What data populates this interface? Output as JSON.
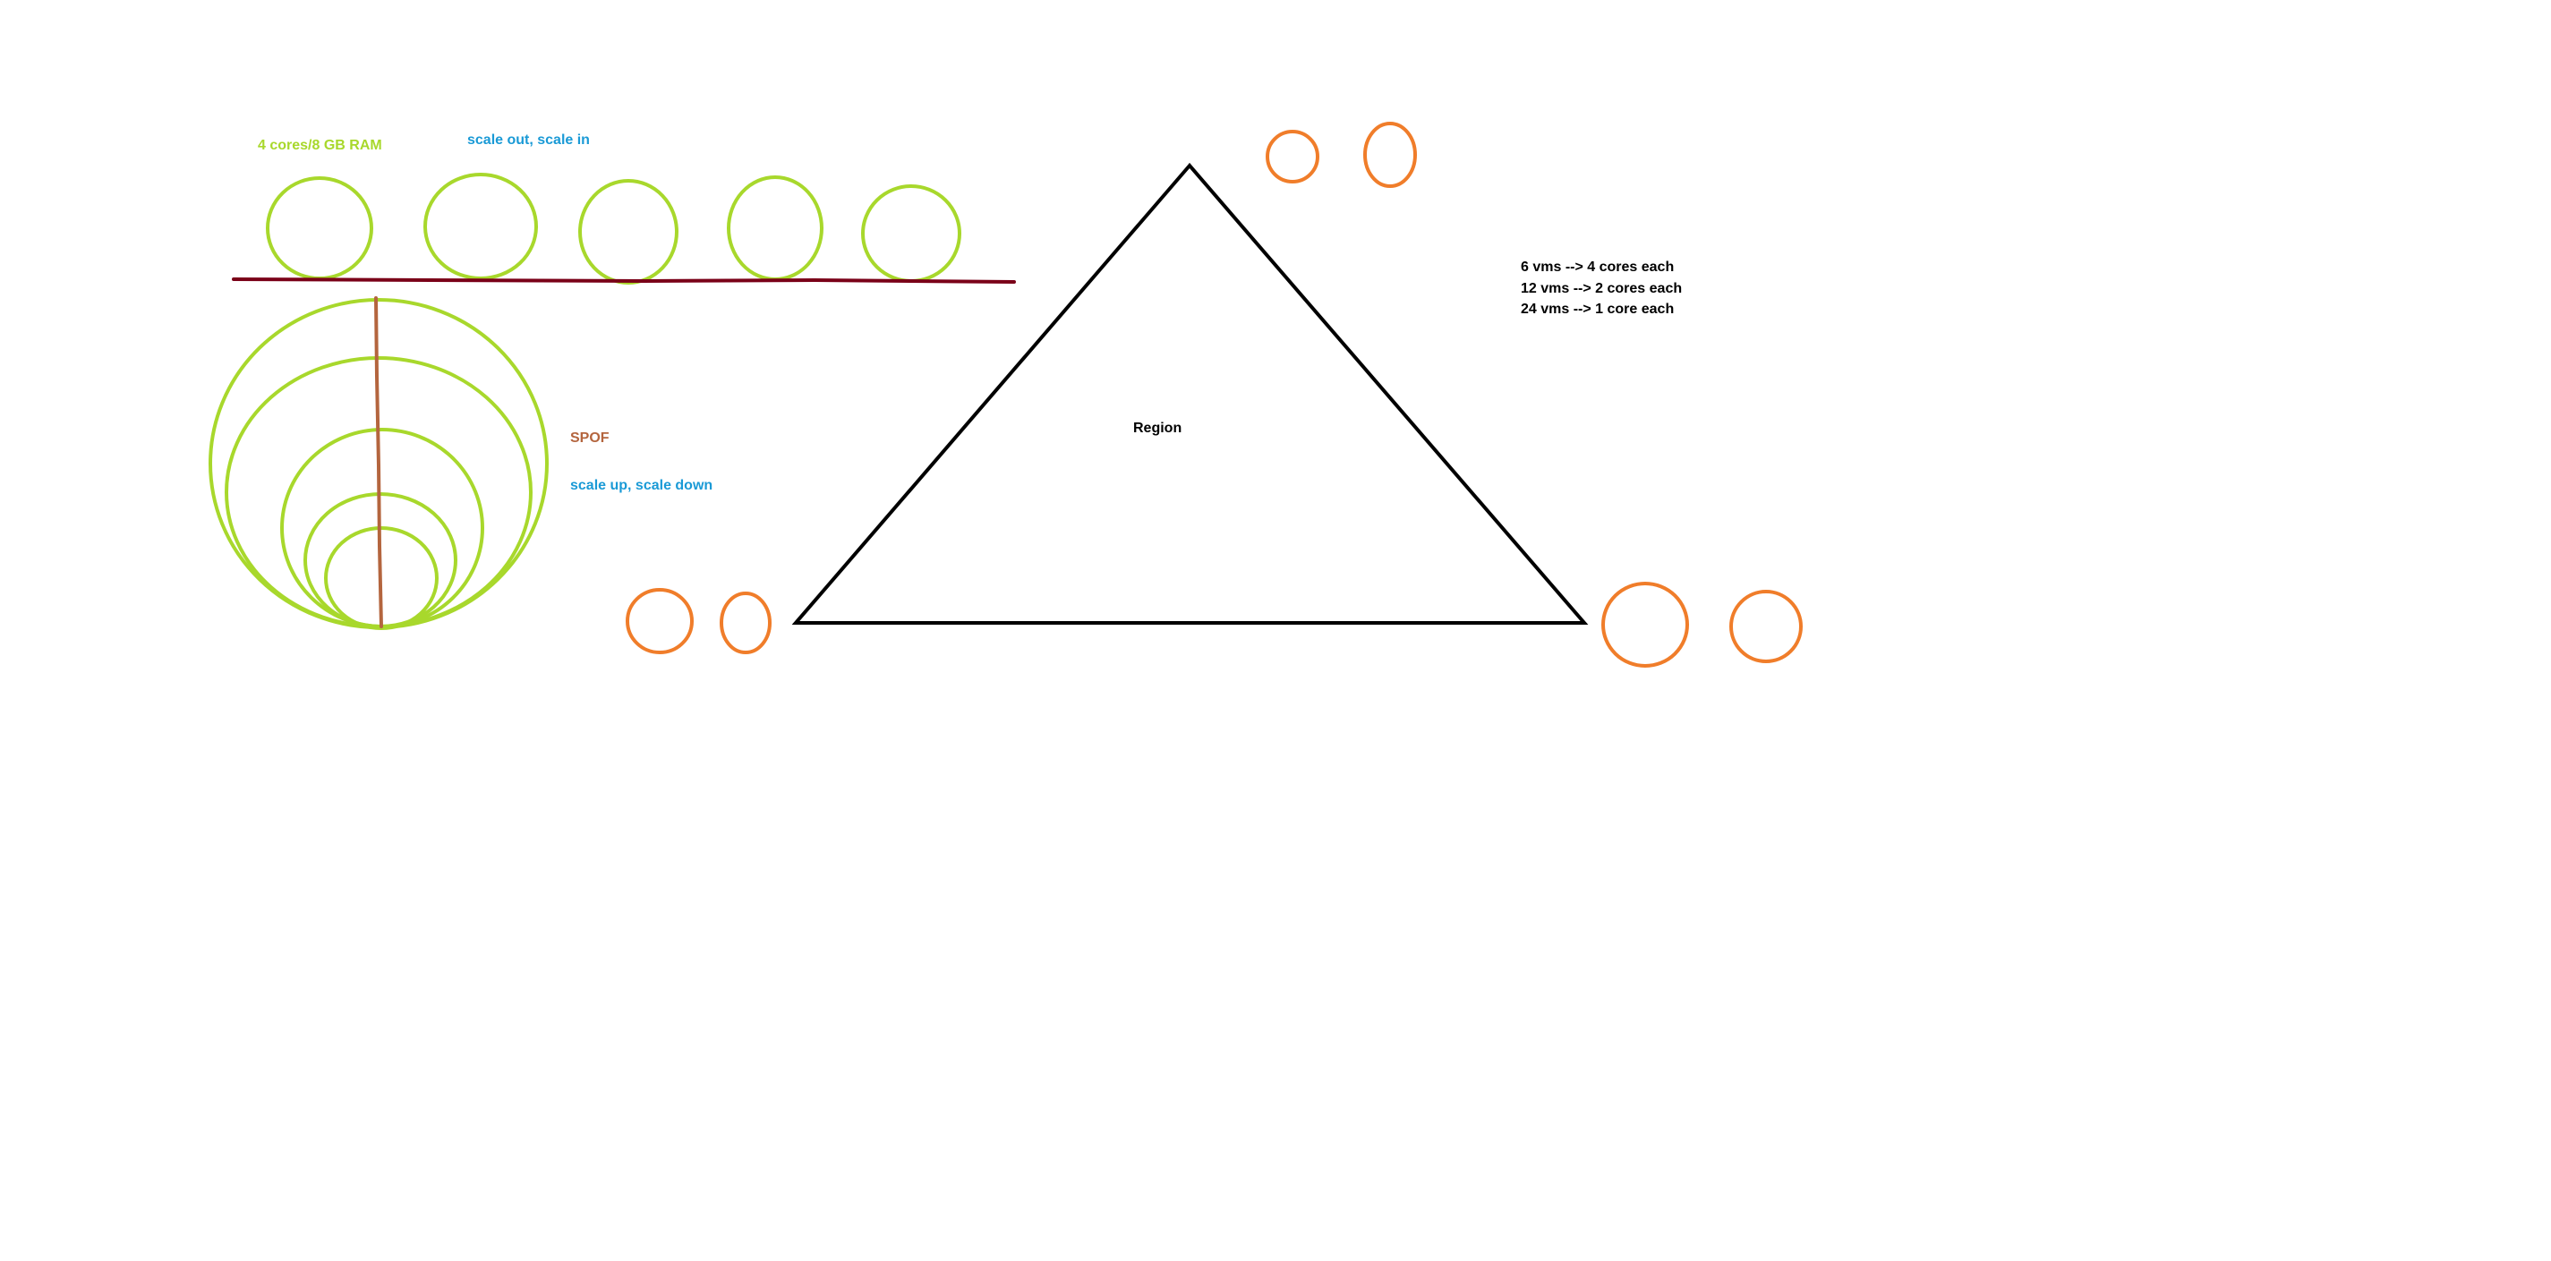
{
  "labels": {
    "vm_spec": "4 cores/8 GB RAM",
    "scale_out": "scale out, scale in",
    "spof": "SPOF",
    "scale_up": "scale up, scale down",
    "region": "Region",
    "vm_breakdown": [
      "6 vms --> 4 cores each",
      "12 vms --> 2 cores each",
      "24 vms --> 1 core each"
    ]
  },
  "colors": {
    "green": "#a8d82c",
    "blue": "#1a9ad6",
    "brown": "#b4653e",
    "dark_red": "#7a0018",
    "orange": "#f07d2a",
    "black": "#000000"
  }
}
